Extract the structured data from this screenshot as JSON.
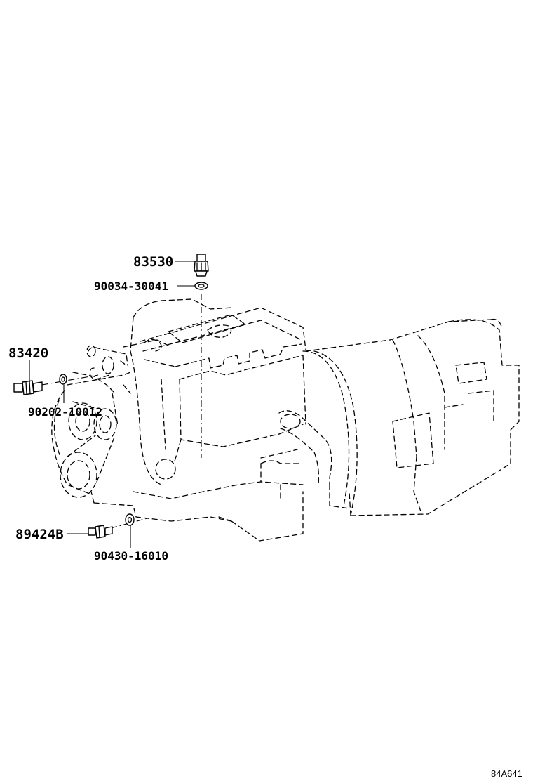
{
  "callouts": {
    "p83530": "83530",
    "p90034": "90034-30041",
    "p83420": "83420",
    "p90202": "90202-10012",
    "p89424": "89424B",
    "p90430": "90430-16010"
  },
  "figure_code": "84A641"
}
